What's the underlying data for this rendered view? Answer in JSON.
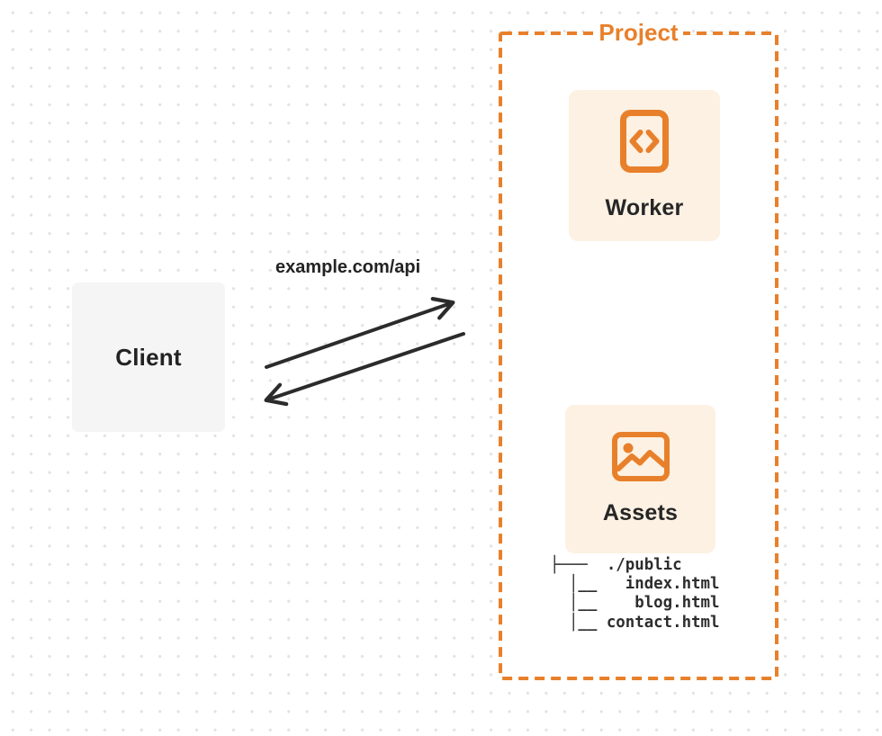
{
  "canvas": {
    "background_color": "#ffffff",
    "dot_color": "#e2e2e5",
    "arrow_color": "#2b2b2b"
  },
  "client": {
    "label": "Client"
  },
  "request": {
    "url_label": "example.com/api"
  },
  "project": {
    "title": "Project",
    "accent_color": "#e8802b",
    "card_background": "#fcf1e3",
    "nodes": [
      {
        "label": "Worker",
        "icon": "code-file-icon"
      },
      {
        "label": "Assets",
        "icon": "image-icon"
      }
    ],
    "file_tree": {
      "lines": [
        "├───  ./public",
        "  │__   index.html",
        "  │__    blog.html",
        "  │__ contact.html"
      ]
    }
  }
}
